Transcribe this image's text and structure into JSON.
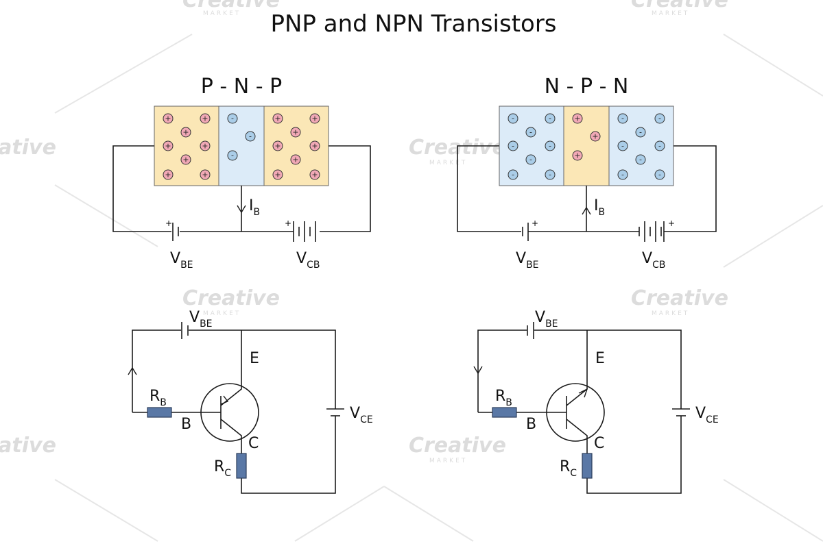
{
  "title": "PNP and NPN Transistors",
  "colors": {
    "p_region": "#fbe7b6",
    "n_region": "#dcebf8",
    "p_carrier": "#f2a9b6",
    "n_carrier": "#aacde8",
    "resistor": "#5a78a6"
  },
  "watermark": {
    "brand": "Creative",
    "sub": "MARKET"
  },
  "pnp": {
    "layers_label": "P - N - P",
    "regions": [
      {
        "type": "P",
        "symbol": "+",
        "count": 8
      },
      {
        "type": "N",
        "symbol": "-",
        "count": 3
      },
      {
        "type": "P",
        "symbol": "+",
        "count": 8
      }
    ],
    "base_current": {
      "main": "I",
      "sub": "B"
    },
    "vbe": {
      "main": "V",
      "sub": "BE",
      "polarity": "+"
    },
    "vcb": {
      "main": "V",
      "sub": "CB",
      "polarity": "+"
    }
  },
  "npn": {
    "layers_label": "N - P - N",
    "regions": [
      {
        "type": "N",
        "symbol": "-",
        "count": 8
      },
      {
        "type": "P",
        "symbol": "+",
        "count": 3
      },
      {
        "type": "N",
        "symbol": "-",
        "count": 8
      }
    ],
    "base_current": {
      "main": "I",
      "sub": "B"
    },
    "vbe": {
      "main": "V",
      "sub": "BE",
      "polarity": "+"
    },
    "vcb": {
      "main": "V",
      "sub": "CB",
      "polarity": "+"
    }
  },
  "pnp_circuit": {
    "vbe": {
      "main": "V",
      "sub": "BE"
    },
    "vce": {
      "main": "V",
      "sub": "CE"
    },
    "rb": {
      "main": "R",
      "sub": "B"
    },
    "rc": {
      "main": "R",
      "sub": "C"
    },
    "terminals": {
      "emitter": "E",
      "base": "B",
      "collector": "C"
    }
  },
  "npn_circuit": {
    "vbe": {
      "main": "V",
      "sub": "BE"
    },
    "vce": {
      "main": "V",
      "sub": "CE"
    },
    "rb": {
      "main": "R",
      "sub": "B"
    },
    "rc": {
      "main": "R",
      "sub": "C"
    },
    "terminals": {
      "emitter": "E",
      "base": "B",
      "collector": "C"
    }
  }
}
